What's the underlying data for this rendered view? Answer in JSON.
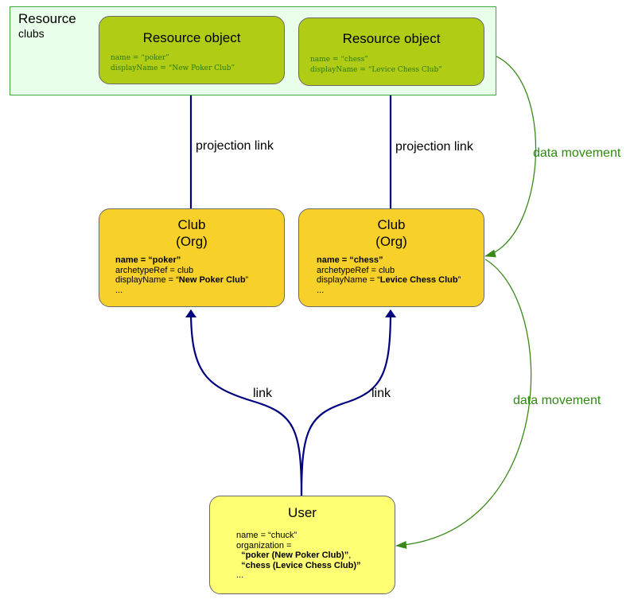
{
  "colors": {
    "resource_bg": "#eaffea",
    "resource_object": "#b0cc14",
    "club": "#f7d02a",
    "user": "#ffff73",
    "link_arrow": "#00007f",
    "data_movement": "#3a8a1a"
  },
  "resource": {
    "title": "Resource",
    "subtitle": "clubs",
    "objects": [
      {
        "title": "Resource object",
        "line1": "name = “poker”",
        "line2": "displayName = “New Poker Club”"
      },
      {
        "title": "Resource object",
        "line1": "name = “chess”",
        "line2": "displayName = “Levice Chess Club”"
      }
    ]
  },
  "clubs": [
    {
      "title1": "Club",
      "title2": "(Org)",
      "name_line": "name = “poker”",
      "archetype_line": "archetypeRef = club",
      "display_prefix": "displayName = “",
      "display_value": "New Poker Club",
      "display_suffix": "”",
      "ellipsis": "..."
    },
    {
      "title1": "Club",
      "title2": "(Org)",
      "name_line": "name = “chess”",
      "archetype_line": "archetypeRef = club",
      "display_prefix": "displayName = “",
      "display_value": "Levice Chess Club",
      "display_suffix": "”",
      "ellipsis": "..."
    }
  ],
  "user": {
    "title": "User",
    "name_line": "name = “chuck”",
    "org_line": "organization =",
    "org_value1": "“poker (New Poker Club)”",
    "org_sep": ",",
    "org_value2": "“chess (Levice Chess Club)”",
    "ellipsis": "..."
  },
  "labels": {
    "projection_link_left": "projection link",
    "projection_link_right": "projection link",
    "link_left": "link",
    "link_right": "link",
    "data_movement_upper": "data movement",
    "data_movement_lower": "data movement"
  }
}
